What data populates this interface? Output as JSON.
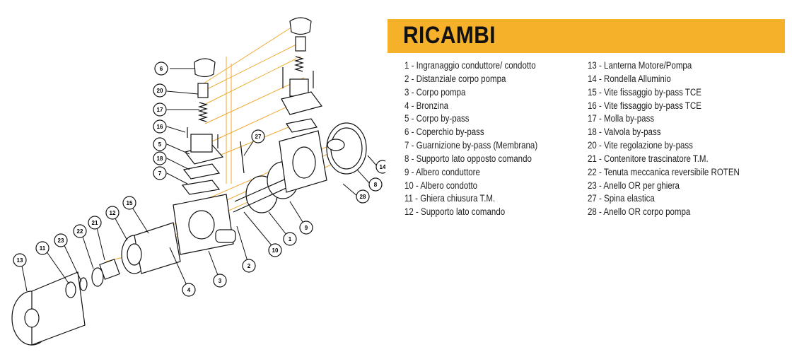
{
  "title": "RICAMBI",
  "colors": {
    "banner": "#f6b12b",
    "leader": "#f0a830",
    "text": "#222222"
  },
  "parts_left": [
    "1 - Ingranaggio conduttore/ condotto",
    "2 - Distanziale corpo pompa",
    "3 - Corpo pompa",
    "4 - Bronzina",
    "5 - Corpo by-pass",
    "6 - Coperchio by-pass",
    "7 - Guarnizione by-pass (Membrana)",
    "8 - Supporto lato opposto comando",
    "9 - Albero conduttore",
    "10 - Albero condotto",
    "11 - Ghiera chiusura T.M.",
    "12 - Supporto lato comando"
  ],
  "parts_right": [
    "13 - Lanterna Motore/Pompa",
    "14 - Rondella Alluminio",
    "15 - Vite fissaggio by-pass TCE",
    "16 - Vite fissaggio by-pass TCE",
    "17 - Molla by-pass",
    "18 - Valvola by-pass",
    "20 - Vite regolazione by-pass",
    "21 - Contenitore trascinatore T.M.",
    "22 - Tenuta meccanica reversibile ROTEN",
    "23 - Anello OR per ghiera",
    "27 - Spina elastica",
    "28 - Anello OR corpo pompa"
  ],
  "callouts": [
    "6",
    "20",
    "17",
    "16",
    "5",
    "18",
    "7",
    "27",
    "14",
    "8",
    "28",
    "15",
    "12",
    "21",
    "22",
    "23",
    "11",
    "13",
    "1",
    "9",
    "10",
    "2",
    "3",
    "4"
  ]
}
